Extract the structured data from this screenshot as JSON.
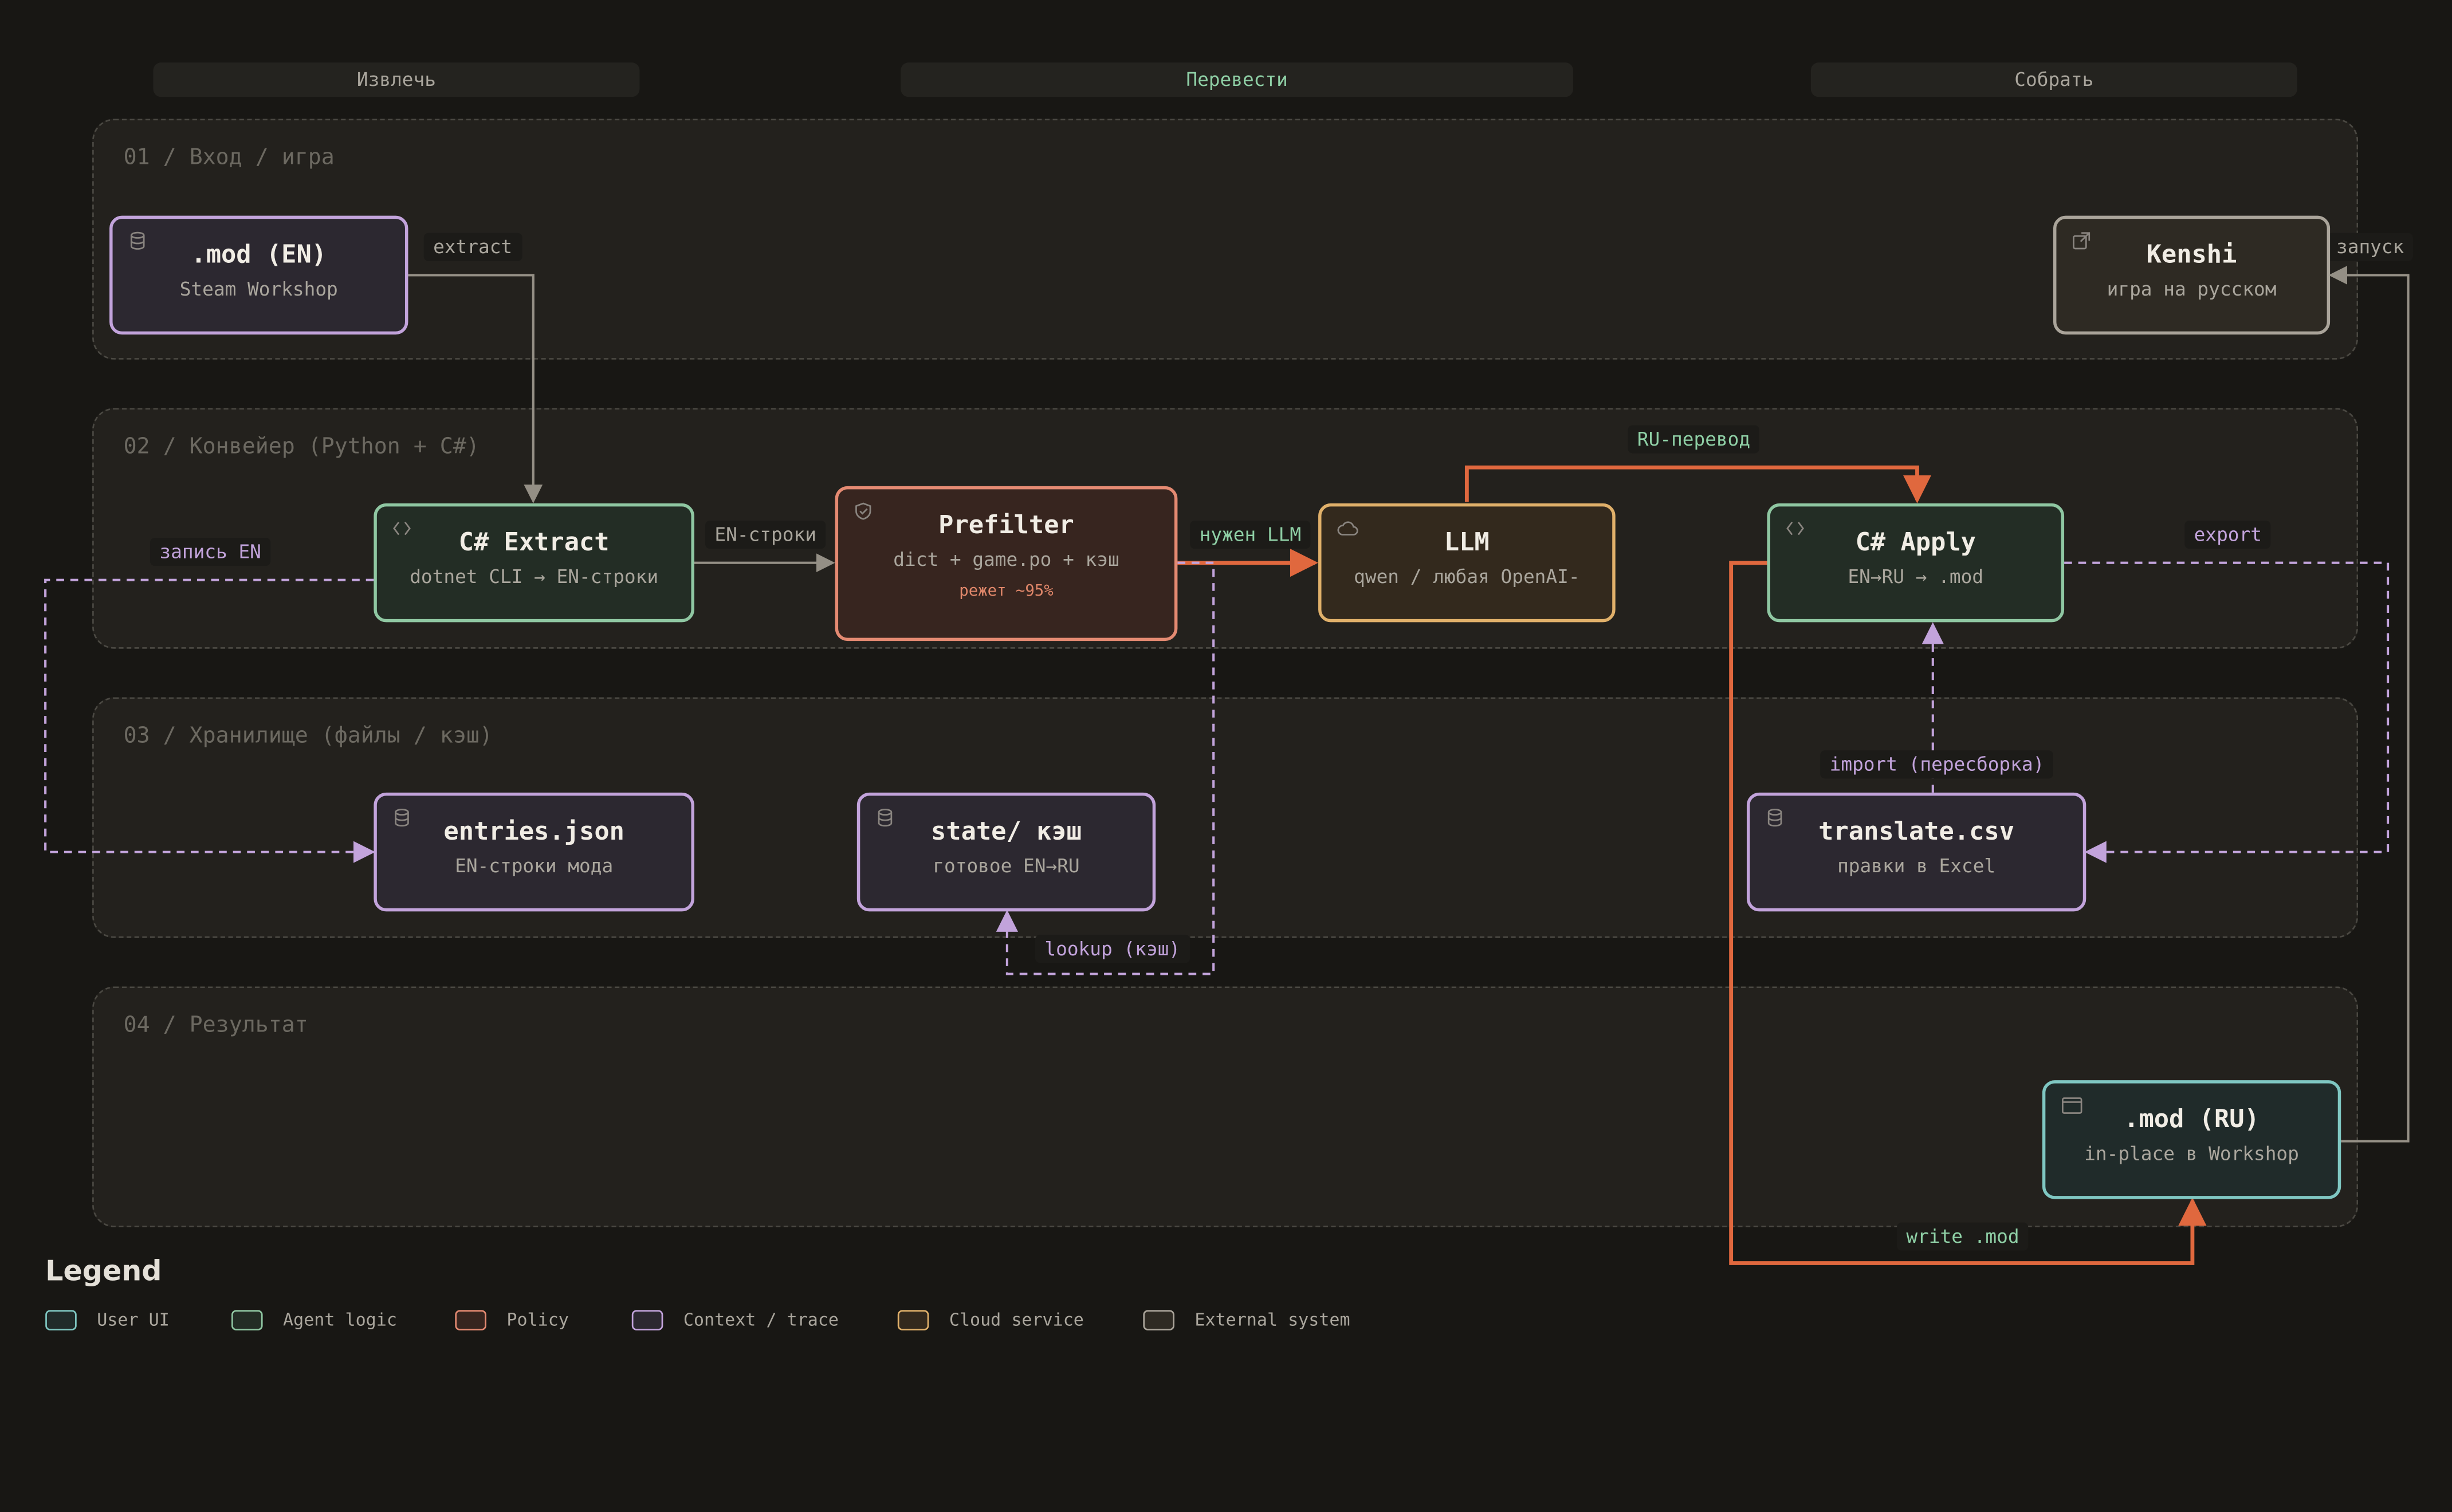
{
  "phases": {
    "extract": "Извлечь",
    "translate": "Перевести",
    "assemble": "Собрать"
  },
  "lanes": {
    "input": "01 / Вход / игра",
    "pipeline": "02 / Конвейер (Python + C#)",
    "storage": "03 / Хранилище (файлы / кэш)",
    "result": "04 / Результат"
  },
  "nodes": {
    "mod_en": {
      "title": ".mod (EN)",
      "subtitle": "Steam Workshop",
      "icon": "database-icon"
    },
    "kenshi": {
      "title": "Kenshi",
      "subtitle": "игра на русском",
      "icon": "external-link-icon"
    },
    "cs_extract": {
      "title": "C# Extract",
      "subtitle": "dotnet CLI → EN-строки",
      "icon": "code-icon"
    },
    "prefilter": {
      "title": "Prefilter",
      "subtitle": "dict + game.po + кэш",
      "note": "режет ~95%",
      "icon": "shield-icon"
    },
    "llm": {
      "title": "LLM",
      "subtitle": "qwen / любая OpenAI-",
      "icon": "cloud-icon"
    },
    "cs_apply": {
      "title": "C# Apply",
      "subtitle": "EN→RU → .mod",
      "icon": "code-icon"
    },
    "entries_json": {
      "title": "entries.json",
      "subtitle": "EN-строки мода",
      "icon": "database-icon"
    },
    "state_cache": {
      "title": "state/ кэш",
      "subtitle": "готовое EN→RU",
      "icon": "database-icon"
    },
    "translate_csv": {
      "title": "translate.csv",
      "subtitle": "правки в Excel",
      "icon": "database-icon"
    },
    "mod_ru": {
      "title": ".mod (RU)",
      "subtitle": "in-place в Workshop",
      "icon": "window-icon"
    }
  },
  "edges": {
    "extract": "extract",
    "en_strings": "EN-строки",
    "needs_llm": "нужен LLM",
    "ru_translation": "RU-перевод",
    "write_en": "запись EN",
    "export": "export",
    "import": "import (пересборка)",
    "lookup": "lookup (кэш)",
    "launch": "запуск",
    "write_mod": "write .mod"
  },
  "legend": {
    "title": "Legend",
    "items": [
      {
        "label": "User UI",
        "color": "#7fc7c2"
      },
      {
        "label": "Agent logic",
        "color": "#8fc7a2"
      },
      {
        "label": "Policy",
        "color": "#e48a72"
      },
      {
        "label": "Context / trace",
        "color": "#c2a3db"
      },
      {
        "label": "Cloud service",
        "color": "#e0b06a"
      },
      {
        "label": "External system",
        "color": "#aaa49a"
      }
    ]
  },
  "colors": {
    "user_ui": "#7fc7c2",
    "agent_logic": "#8fc7a2",
    "policy": "#e48a72",
    "context": "#c2a3db",
    "cloud": "#e0b06a",
    "external": "#aaa49a",
    "flow_orange": "#e0683e",
    "flow_gray": "#948f85",
    "flow_purple": "#c2a3db"
  }
}
